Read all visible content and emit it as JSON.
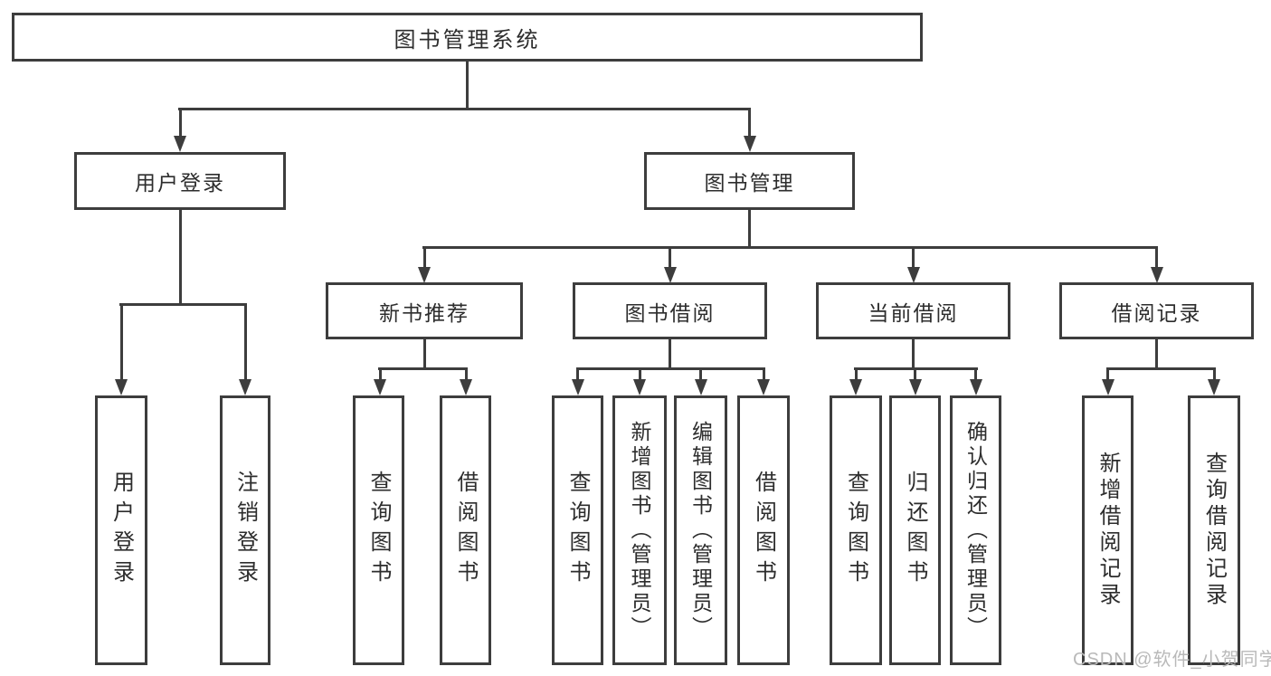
{
  "diagram": {
    "title": "图书管理系统",
    "root": {
      "label": "图书管理系统"
    },
    "level2": {
      "user_login": {
        "label": "用户登录"
      },
      "book_mgmt": {
        "label": "图书管理"
      }
    },
    "level3": {
      "new_books": {
        "label": "新书推荐"
      },
      "book_borrow": {
        "label": "图书借阅"
      },
      "current_borrow": {
        "label": "当前借阅"
      },
      "borrow_records": {
        "label": "借阅记录"
      }
    },
    "level4": {
      "ul_login": {
        "label": "用户登录"
      },
      "ul_logout": {
        "label": "注销登录"
      },
      "nb_query": {
        "label": "查询图书"
      },
      "nb_borrow": {
        "label": "借阅图书"
      },
      "bb_query": {
        "label": "查询图书"
      },
      "bb_add": {
        "label": "新增图书（管理员）"
      },
      "bb_edit": {
        "label": "编辑图书（管理员）"
      },
      "bb_borrow": {
        "label": "借阅图书"
      },
      "cb_query": {
        "label": "查询图书"
      },
      "cb_return": {
        "label": "归还图书"
      },
      "cb_confirm": {
        "label": "确认归还（管理员）"
      },
      "rc_add": {
        "label": "新增借阅记录"
      },
      "rc_query": {
        "label": "查询借阅记录"
      }
    },
    "watermark": {
      "text": "CSDN @软件_小贺同学"
    },
    "colors": {
      "line": "#3d3d3d",
      "box_border": "#3d3d3d",
      "text": "#2d2d2d",
      "watermark": "#b9b9b9",
      "background": "#ffffff"
    }
  }
}
